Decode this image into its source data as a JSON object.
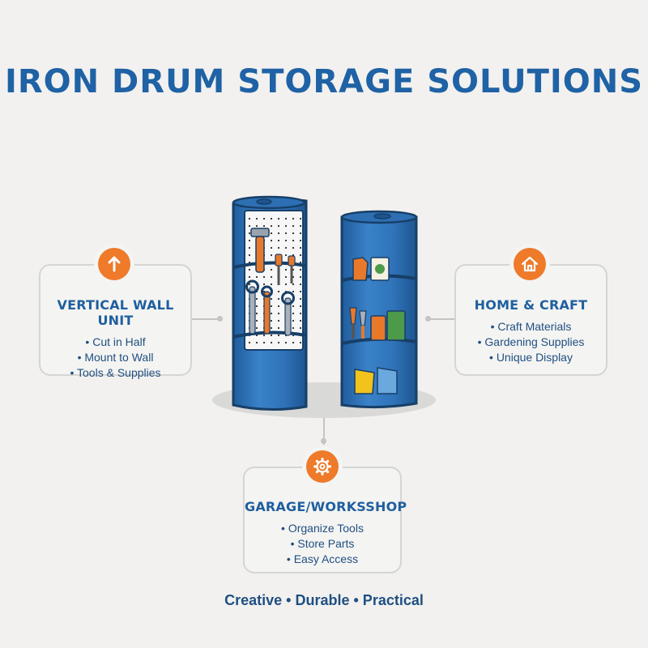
{
  "title": "IRON DRUM STORAGE SOLUTIONS",
  "cards": {
    "wall": {
      "heading": "VERTICAL WALL UNIT",
      "icon": "arrow-up-icon",
      "items": [
        "Cut in Half",
        "Mount to Wall",
        "Tools & Supplies"
      ]
    },
    "home": {
      "heading": "HOME & CRAFT",
      "icon": "house-icon",
      "items": [
        "Craft Materials",
        "Gardening Supplies",
        "Unique Display"
      ]
    },
    "garage": {
      "heading": "GARAGE/WORKSSHOP",
      "icon": "gear-icon",
      "items": [
        "Organize Tools",
        "Store Parts",
        "Easy Access"
      ]
    }
  },
  "footer": "Creative • Durable • Practical",
  "colors": {
    "title_blue": "#1f62a5",
    "drum_blue": "#2f72b8",
    "accent_orange": "#ee7a2a",
    "card_border": "#d5d5d3"
  }
}
